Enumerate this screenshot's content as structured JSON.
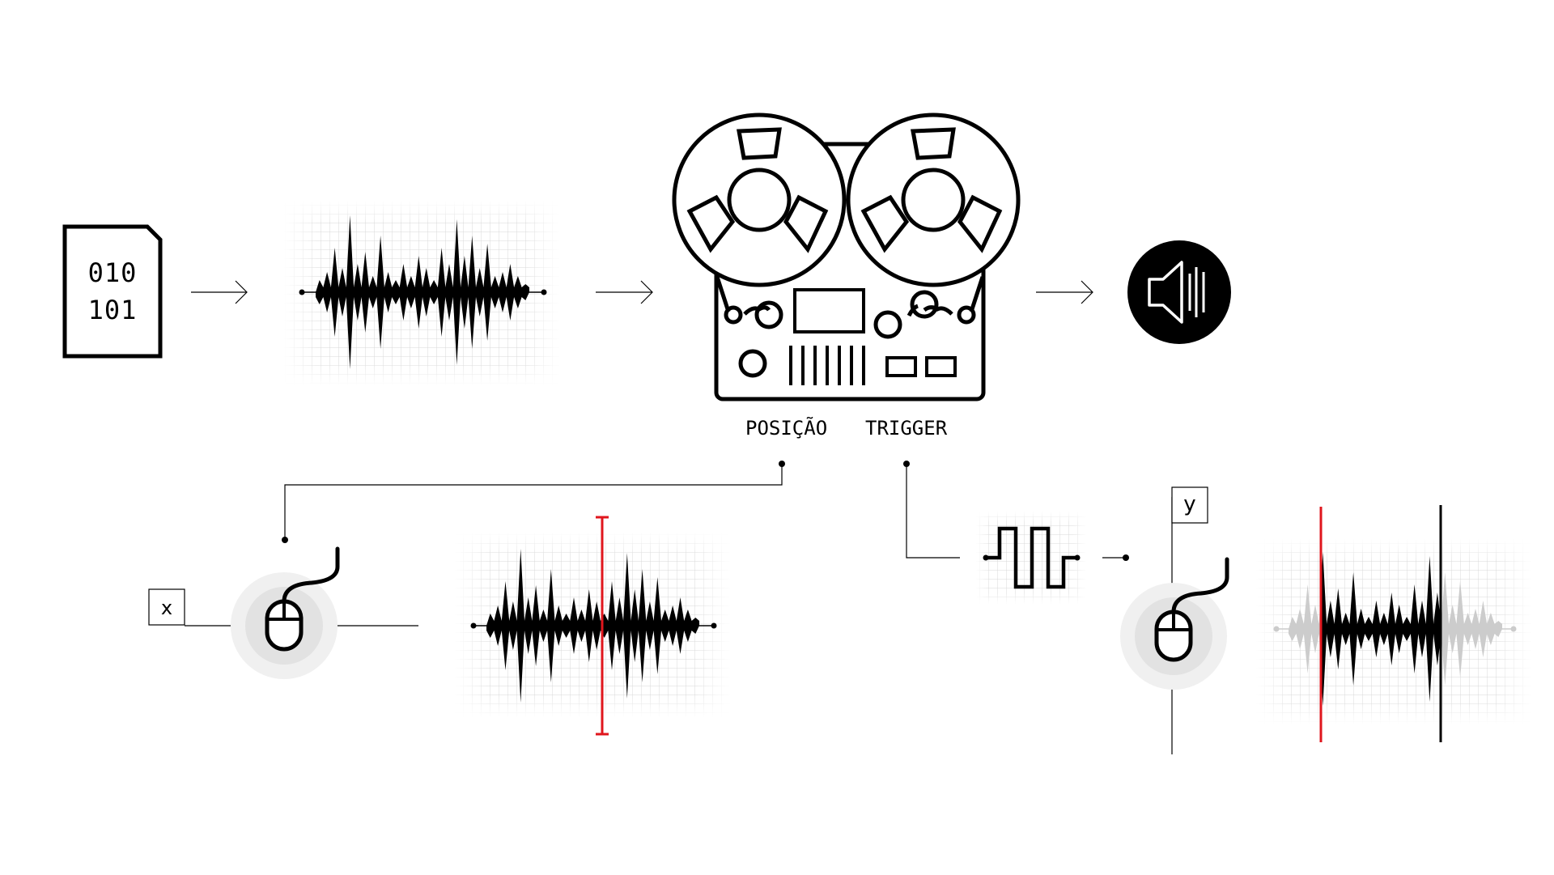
{
  "file_icon": {
    "line1": "010",
    "line2": "101"
  },
  "tape_labels": {
    "position": "POSIÇÃO",
    "trigger": "TRIGGER"
  },
  "axis_labels": {
    "x": "x",
    "y": "y"
  },
  "colors": {
    "ink": "#000000",
    "playhead": "#e0161d",
    "grid": "#d9d9d9",
    "faded_wave": "#cccccc",
    "halo_outer": "#f0f0f0",
    "halo_inner": "#e2e2e2",
    "speaker_bg": "#000000"
  },
  "icons": {
    "file": "binary-file-icon",
    "tape": "reel-to-reel-tape-icon",
    "speaker": "speaker-icon",
    "mouse": "mouse-icon",
    "square_wave": "square-wave-icon"
  },
  "waveform_amplitudes": [
    0.15,
    0.25,
    0.55,
    0.3,
    0.95,
    0.35,
    0.5,
    0.2,
    0.7,
    0.25,
    0.15,
    0.35,
    0.2,
    0.45,
    0.3,
    0.15,
    0.55,
    0.35,
    0.9,
    0.45,
    0.7,
    0.3,
    0.6,
    0.2,
    0.25,
    0.35,
    0.2,
    0.1
  ]
}
